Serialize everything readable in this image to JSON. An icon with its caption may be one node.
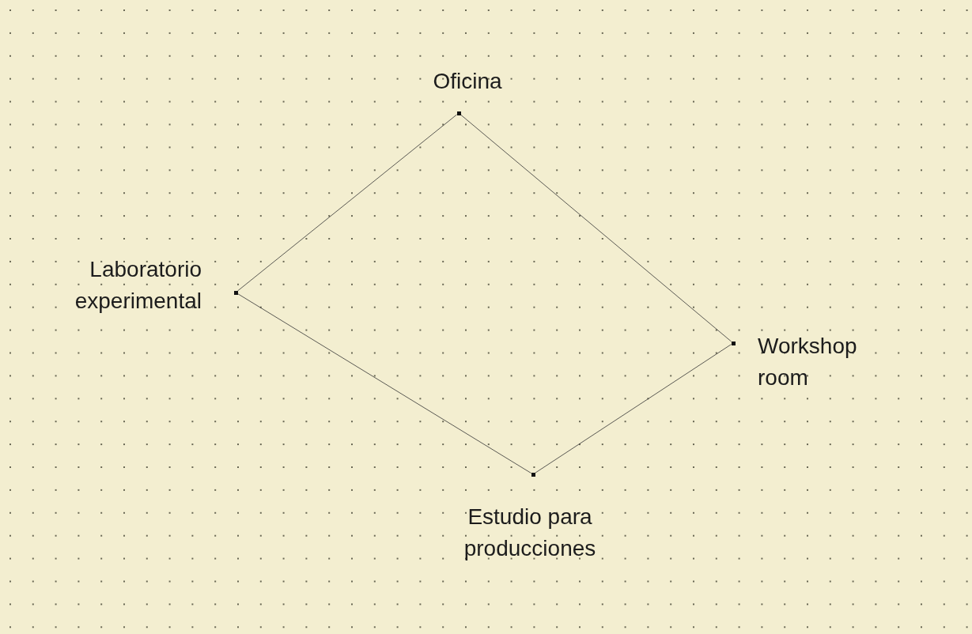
{
  "diagram": {
    "nodes": [
      {
        "text": [],
        "shape": "box",
        "beside": [
          "Oficina"
        ]
      },
      {
        "text": [],
        "shape": "box",
        "beside": [
          "Laboratorio experimental"
        ]
      },
      {
        "text": [],
        "shape": "box",
        "beside": [
          "Workshop room"
        ]
      },
      {
        "text": [],
        "shape": "box",
        "beside": [
          "Estudio para producciones"
        ]
      }
    ],
    "edges": [
      {
        "from": 0,
        "to": 2,
        "arrow": "none"
      },
      {
        "from": 2,
        "to": 3,
        "arrow": "none"
      },
      {
        "from": 3,
        "to": 1,
        "arrow": "none"
      },
      {
        "from": 1,
        "to": 0,
        "arrow": "none"
      }
    ]
  }
}
